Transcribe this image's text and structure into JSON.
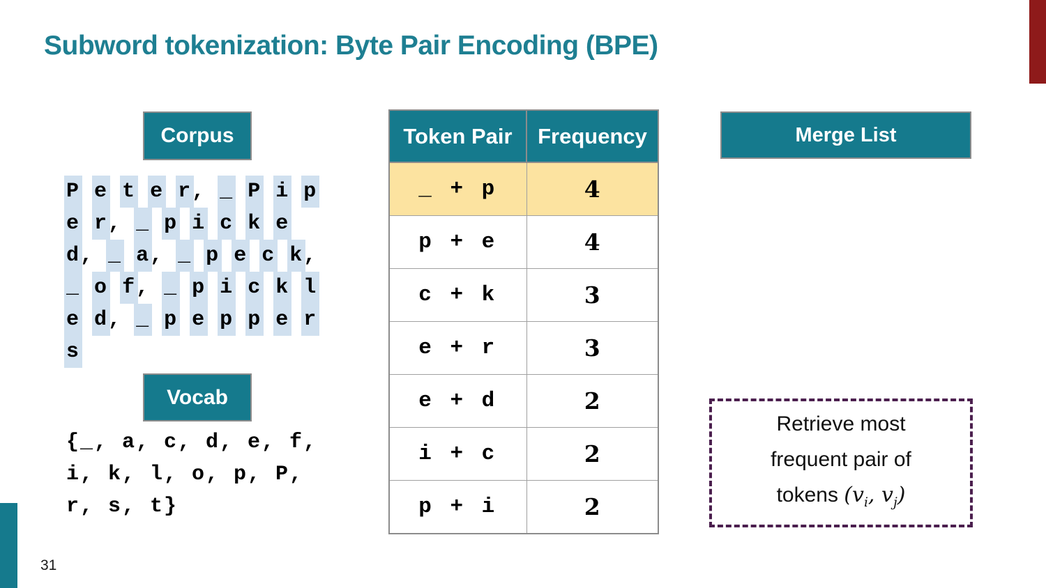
{
  "slide": {
    "title": "Subword tokenization: Byte Pair Encoding (BPE)",
    "page_number": "31"
  },
  "colors": {
    "teal": "#157A8D",
    "title_teal": "#1E7F92",
    "dark_red": "#8E1A1A",
    "token_highlight_blue": "#D0E0EF",
    "selected_row_yellow": "#FCE3A0",
    "callout_purple": "#4B1F4E",
    "table_border_gray": "#A0A0A0",
    "box_border_gray": "#8C8C8C"
  },
  "corpus": {
    "header": "Corpus",
    "lines": [
      "P e t e r, _ P i p",
      "e r, _ p i c k e",
      "d, _ a, _ p e c k,",
      "_ o f, _ p i c k l",
      "e d, _ p e p p e r",
      "s"
    ]
  },
  "vocab": {
    "header": "Vocab",
    "lines": [
      "{_, a, c, d, e, f,",
      "i, k, l, o, p, P,",
      "r, s, t}"
    ]
  },
  "pair_table": {
    "columns": [
      "Token Pair",
      "Frequency"
    ],
    "rows": [
      {
        "pair": "_ + p",
        "frequency": "4",
        "highlighted": true
      },
      {
        "pair": "p + e",
        "frequency": "4",
        "highlighted": false
      },
      {
        "pair": "c + k",
        "frequency": "3",
        "highlighted": false
      },
      {
        "pair": "e + r",
        "frequency": "3",
        "highlighted": false
      },
      {
        "pair": "e + d",
        "frequency": "2",
        "highlighted": false
      },
      {
        "pair": "i + c",
        "frequency": "2",
        "highlighted": false
      },
      {
        "pair": "p + i",
        "frequency": "2",
        "highlighted": false
      }
    ]
  },
  "merge_list": {
    "header": "Merge List"
  },
  "callout": {
    "line1": "Retrieve most",
    "line2": "frequent pair of",
    "line3_prefix": "tokens ",
    "math": {
      "open": "(",
      "var1": "v",
      "sub1": "i",
      "separator": ", ",
      "var2": "v",
      "sub2": "j",
      "close": ")"
    }
  }
}
